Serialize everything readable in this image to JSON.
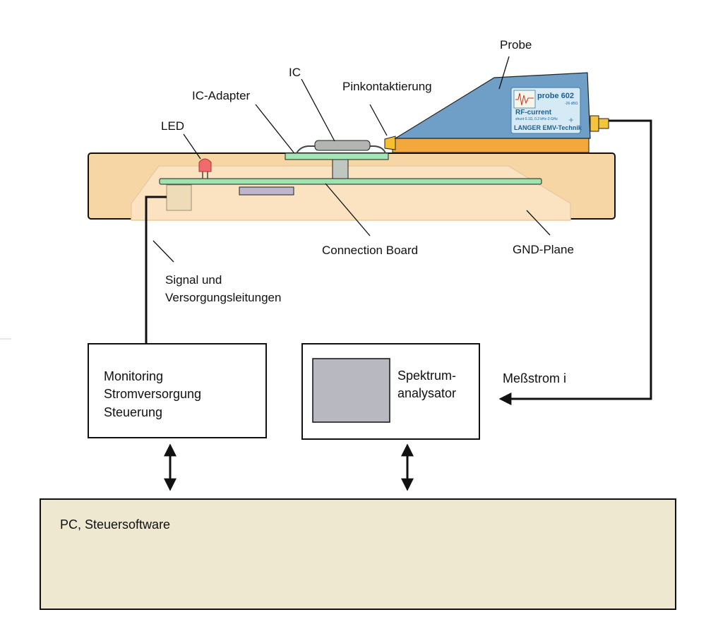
{
  "labels": {
    "probe": "Probe",
    "ic": "IC",
    "pinkontaktierung": "Pinkontaktierung",
    "ic_adapter": "IC-Adapter",
    "led": "LED",
    "connection_board": "Connection Board",
    "gnd_plane": "GND-Plane",
    "signal_line1": "Signal und",
    "signal_line2": "Versorgungsleitungen",
    "messstrom": "Meßstrom i"
  },
  "probe_plate": {
    "model": "probe 602",
    "db": "-26 dBΩ",
    "type": "RF-current",
    "spec": "shunt 0.1Ω, 0.2 kHz-3 GHz",
    "brand": "LANGER EMV-Technik"
  },
  "boxes": {
    "monitoring_line1": "Monitoring",
    "monitoring_line2": "Stromversorgung",
    "monitoring_line3": "Steuerung",
    "analyzer_line1": "Spektrum-",
    "analyzer_line2": "analysator",
    "pc": "PC, Steuersoftware"
  },
  "colors": {
    "gnd_plane": "#f7d6a6",
    "connection_board": "#9ee3b0",
    "probe_body": "#6f9ec6",
    "probe_base": "#f2a83a",
    "pc_box": "#efe8d0",
    "analyzer_screen": "#b8b8c0",
    "led": "#f06c6c"
  }
}
